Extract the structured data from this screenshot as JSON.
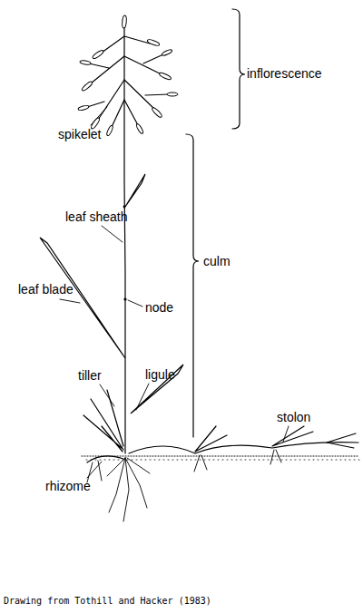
{
  "diagram": {
    "caption": "Drawing from Tothill and Hacker (1983)",
    "labels": [
      "inflorescence",
      "spikelet",
      "leaf sheath",
      "culm",
      "leaf blade",
      "node",
      "tiller",
      "ligule",
      "stolon",
      "rhizome"
    ]
  }
}
